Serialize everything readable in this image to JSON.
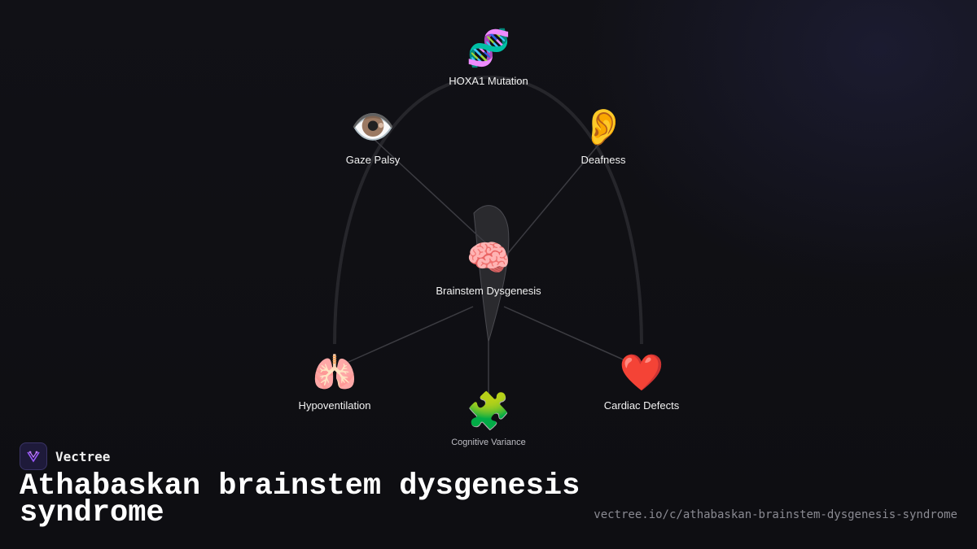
{
  "brand": {
    "name": "Vectree",
    "logo_icon": "vectree-logo-icon",
    "logo_color": "#1e1a3a"
  },
  "title": "Athabaskan brainstem dysgenesis syndrome",
  "url": "vectree.io/c/athabaskan-brainstem-dysgenesis-syndrome",
  "nodes": {
    "hoxa1": {
      "icon": "🧬",
      "label": "HOXA1 Mutation"
    },
    "gaze": {
      "icon": "👁️",
      "label": "Gaze Palsy"
    },
    "deafness": {
      "icon": "👂",
      "label": "Deafness"
    },
    "brainstem": {
      "icon": "🧠",
      "label": "Brainstem Dysgenesis"
    },
    "hypoventilation": {
      "icon": "🫁",
      "label": "Hypoventilation"
    },
    "cognitive": {
      "icon": "🧩",
      "label": "Cognitive Variance"
    },
    "cardiac": {
      "icon": "❤️",
      "label": "Cardiac Defects"
    }
  },
  "colors": {
    "background": "#0f0f14",
    "edge": "#3c3c42",
    "arc": "#26262b",
    "text": "#f2f2f2"
  }
}
